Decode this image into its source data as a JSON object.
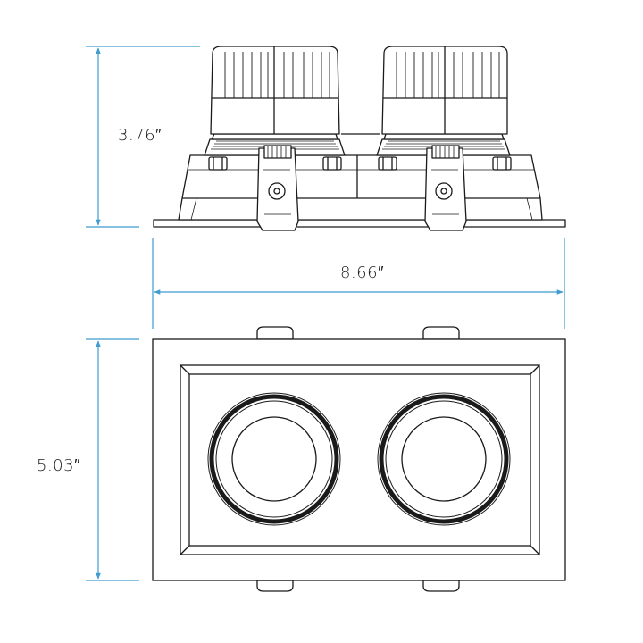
{
  "dimensions": {
    "height": "3.76″",
    "width": "8.66″",
    "depth": "5.03″"
  },
  "colors": {
    "dimension_line": "#3e9cd0",
    "drawing_line": "#1a1a1a",
    "background": "#ffffff"
  }
}
